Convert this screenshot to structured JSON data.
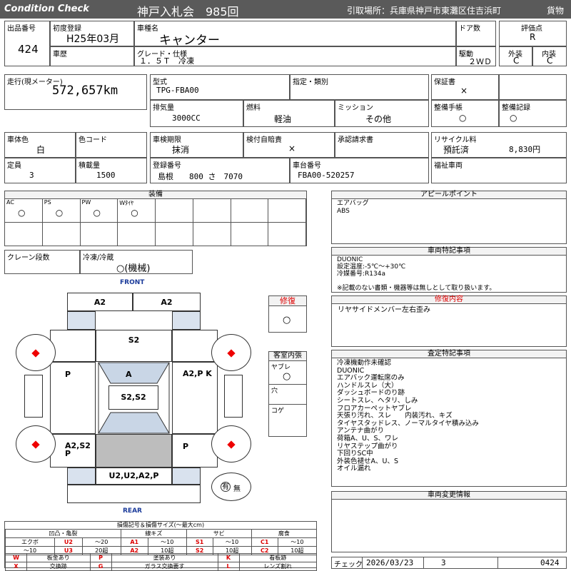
{
  "header": {
    "left": "Condition Check",
    "title": "神戸入札会　985回",
    "location": "引取場所：兵庫県神戸市東灘区住吉浜町",
    "type": "貨物"
  },
  "top": {
    "lot_label": "出品番号",
    "lot": "424",
    "first_reg_label": "初度登録",
    "first_reg": "H25年03月",
    "car_name_label": "車種名",
    "car_name": "キャンター",
    "door_label": "ドア数",
    "door": "",
    "rating_label": "評価点",
    "rating": "R",
    "history_label": "車歴",
    "history": "",
    "grade_label": "グレード・仕様",
    "grade": "１．５Ｔ　冷凍",
    "drive_label": "駆動",
    "drive": "２ＷＤ",
    "ext_label": "外装",
    "ext": "C",
    "int_label": "内装",
    "int": "C"
  },
  "row2": {
    "mileage_label": "走行(現メーター)",
    "mileage": "572,657km",
    "model_label": "型式",
    "model": "TPG-FBA00",
    "designation_label": "指定・類別",
    "designation": "",
    "warranty_label": "保証書",
    "warranty": "×",
    "displacement_label": "排気量",
    "displacement": "3000CC",
    "fuel_label": "燃料",
    "fuel": "軽油",
    "mission_label": "ミッション",
    "mission": "その他",
    "manual_label": "整備手帳",
    "manual": "○",
    "record_label": "整備記録",
    "record": "○"
  },
  "row3": {
    "color_label": "車体色",
    "color": "白",
    "color_code_label": "色コード",
    "color_code": "",
    "inspection_label": "車検期限",
    "inspection": "抹消",
    "insurance_label": "検付自賠責",
    "insurance": "×",
    "approval_label": "承認請求書",
    "approval": "",
    "recycle_label": "リサイクル料",
    "recycle_status": "預託済",
    "recycle_amount": "8,830円"
  },
  "row4": {
    "capacity_label": "定員",
    "capacity": "3",
    "load_label": "積載量",
    "load": "1500",
    "reg_label": "登録番号",
    "reg": "島根　　800 さ　7070",
    "chassis_label": "車台番号",
    "chassis": "FBA00-520257",
    "welfare_label": "福祉車両",
    "welfare": ""
  },
  "equipment": {
    "title": "装備",
    "items": [
      {
        "label": "AC",
        "value": "○"
      },
      {
        "label": "PS",
        "value": "○"
      },
      {
        "label": "PW",
        "value": "○"
      },
      {
        "label": "Wﾀｲﾔ",
        "value": "○"
      }
    ],
    "crane_label": "クレーン段数",
    "crane": "",
    "fridge_label": "冷凍/冷蔵",
    "fridge": "○(機械)"
  },
  "appeal": {
    "title": "アピールポイント",
    "lines": [
      "エアバッグ",
      "ABS"
    ]
  },
  "special": {
    "title": "車両特記事項",
    "lines": [
      "DUONIC",
      "設定温度:-5℃～+30℃",
      "冷媒番号:R134a",
      "",
      "※記載のない書類・機器等は無しとして取り扱います。"
    ]
  },
  "repair": {
    "label": "修復",
    "value": "○",
    "content_title": "修復内容",
    "content": "リヤサイドメンバー左右歪み"
  },
  "cabin": {
    "title": "客室内張",
    "yabure": "ヤブレ",
    "yabure_val": "○",
    "ana": "穴",
    "koge": "コゲ"
  },
  "diagram": {
    "front": "FRONT",
    "rear": "REAR",
    "a2_left": "A2",
    "a2_right": "A2",
    "s2_top": "S2",
    "a_center": "A",
    "s2s2": "S2,S2",
    "p_left": "P",
    "a2pk": "A2,P K",
    "a2s2p": "A2,S2 P",
    "p_right": "P",
    "u2": "U2,U2,A2,P",
    "yuumu": "有",
    "mu": "無"
  },
  "assessment": {
    "title": "査定特記事項",
    "lines": [
      "冷凍機動作未確認",
      "DUONIC",
      "エアバック運転席のみ",
      "ハンドルスレ（大）",
      "ダッシュボードのり跡",
      "シートスレ、ヘタリ、しみ",
      "フロアカーペットヤブレ",
      "天張り汚れ、スレ　　内装汚れ、キズ",
      "タイヤスタッドレス、ノーマルタイヤ積み込み",
      "アンテナ曲がり",
      "荷箱A、U、S、ワレ",
      "リヤステップ曲がり",
      "下回りSC中",
      "外装色褪せA、U、S",
      "オイル漏れ"
    ]
  },
  "change": {
    "title": "車両変更情報"
  },
  "legend": {
    "title": "損傷記号＆損傷サイズ(～最大cm)",
    "groups": [
      "凹凸・亀裂",
      "線キズ",
      "サビ",
      "腐食"
    ],
    "r1": [
      "エクボ",
      "U2",
      "～20",
      "A1",
      "～10",
      "S1",
      "～10",
      "C1",
      "～10"
    ],
    "r2": [
      "～10",
      "U3",
      "20超",
      "A2",
      "10超",
      "S2",
      "10超",
      "C2",
      "10超"
    ],
    "codes": [
      [
        "W",
        "板金あり",
        "P",
        "塗装あり",
        "K",
        "看板跡"
      ],
      [
        "X",
        "交換跡",
        "G",
        "ガラス交換要す",
        "L",
        "レンズ割れ"
      ]
    ]
  },
  "check": {
    "label": "チェック",
    "date": "2026/03/23",
    "num": "3",
    "code": "0424"
  }
}
